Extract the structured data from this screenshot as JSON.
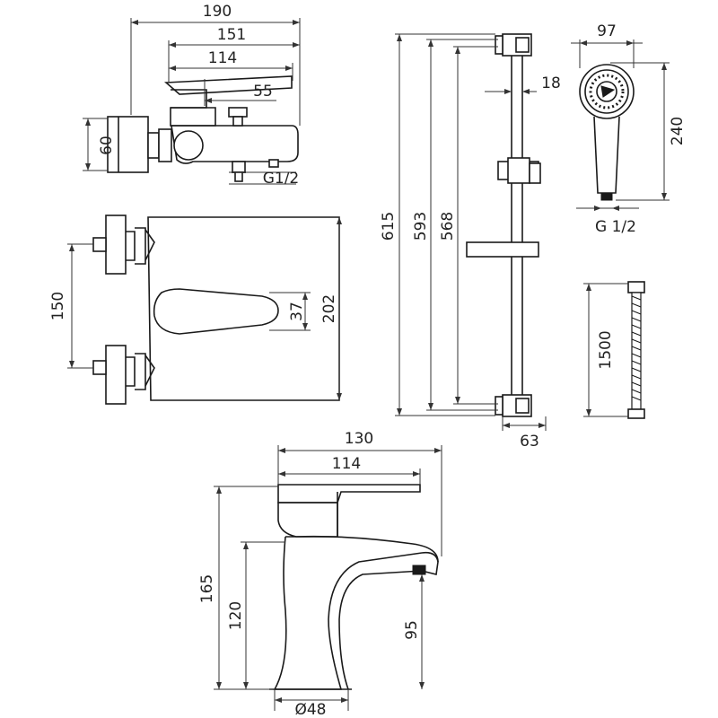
{
  "dimensions": {
    "mixer_width": "190",
    "body_width": "151",
    "handle_length": "114",
    "outlet_offset": "55",
    "inlet_height": "60",
    "outlet_thread": "G1/2",
    "inlet_spacing": "150",
    "handle_width": "37",
    "mixer_depth": "202",
    "rail_total": "615",
    "rail_fixing": "593",
    "rail_inner": "568",
    "rail_diameter": "18",
    "rail_bracket": "63",
    "head_diameter": "97",
    "head_length": "240",
    "head_thread": "G 1/2",
    "hose_length": "1500",
    "basin_width": "130",
    "basin_handle": "114",
    "basin_height": "165",
    "basin_spout_height": "120",
    "basin_spout_reach": "95",
    "basin_base": "Ø48"
  }
}
